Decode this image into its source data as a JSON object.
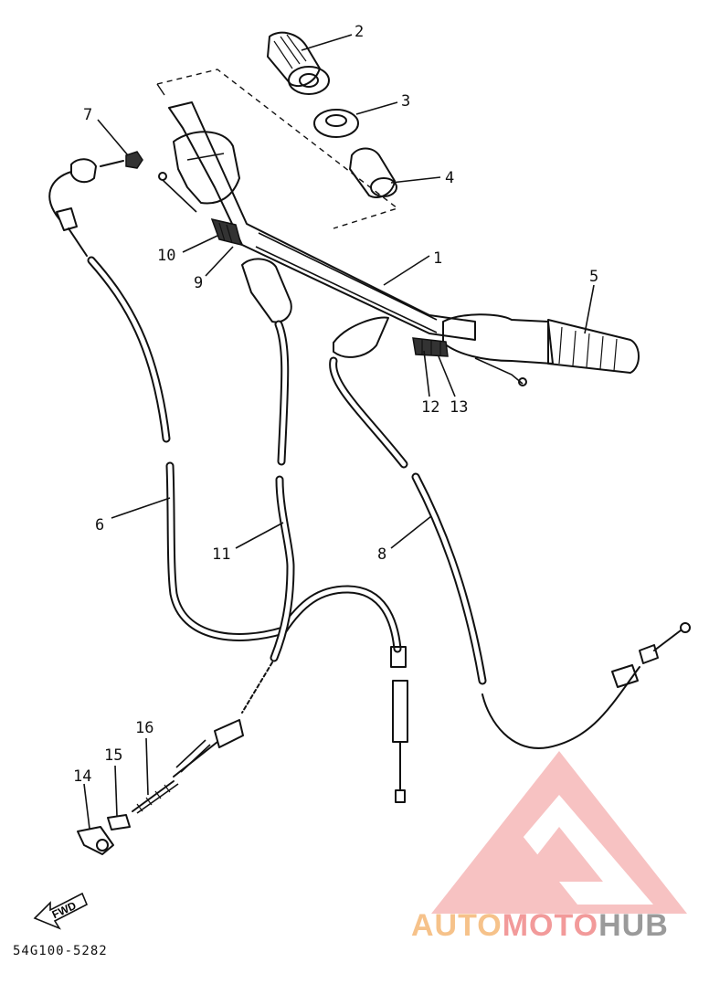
{
  "diagram": {
    "callouts": [
      "1",
      "2",
      "3",
      "4",
      "5",
      "6",
      "7",
      "8",
      "9",
      "10",
      "11",
      "12",
      "13",
      "14",
      "15",
      "16"
    ],
    "fwd_label": "FWD",
    "drawing_code": "54G100-5282"
  },
  "watermark": {
    "part_a": "AUTO",
    "part_b": "MOTO",
    "part_c": "HUB",
    "colors": {
      "orange": "#f6c28a",
      "pink": "#f29a9a",
      "gray": "#9a9a9a"
    }
  }
}
